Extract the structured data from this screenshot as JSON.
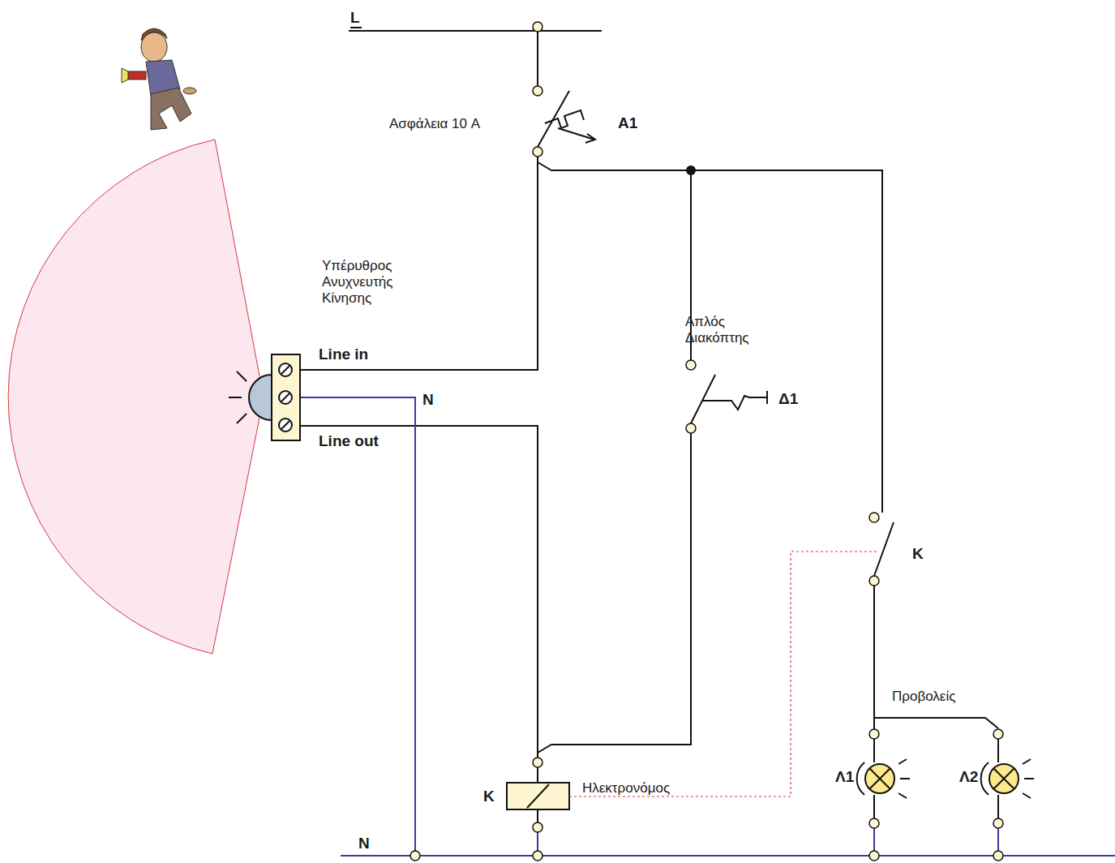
{
  "diagram": {
    "labels": [
      "L",
      "Ασφάλεια 10 A",
      "Α1",
      "Υπέρυθρος Ανυχνευτής Κίνησης",
      "Line in",
      "N",
      "Line out",
      "Απλός Διακόπτης",
      "Δ1",
      "K",
      "Προβολείς",
      "Λ1",
      "Λ2",
      "K",
      "Ηλεκτρονόμος",
      "N"
    ]
  }
}
